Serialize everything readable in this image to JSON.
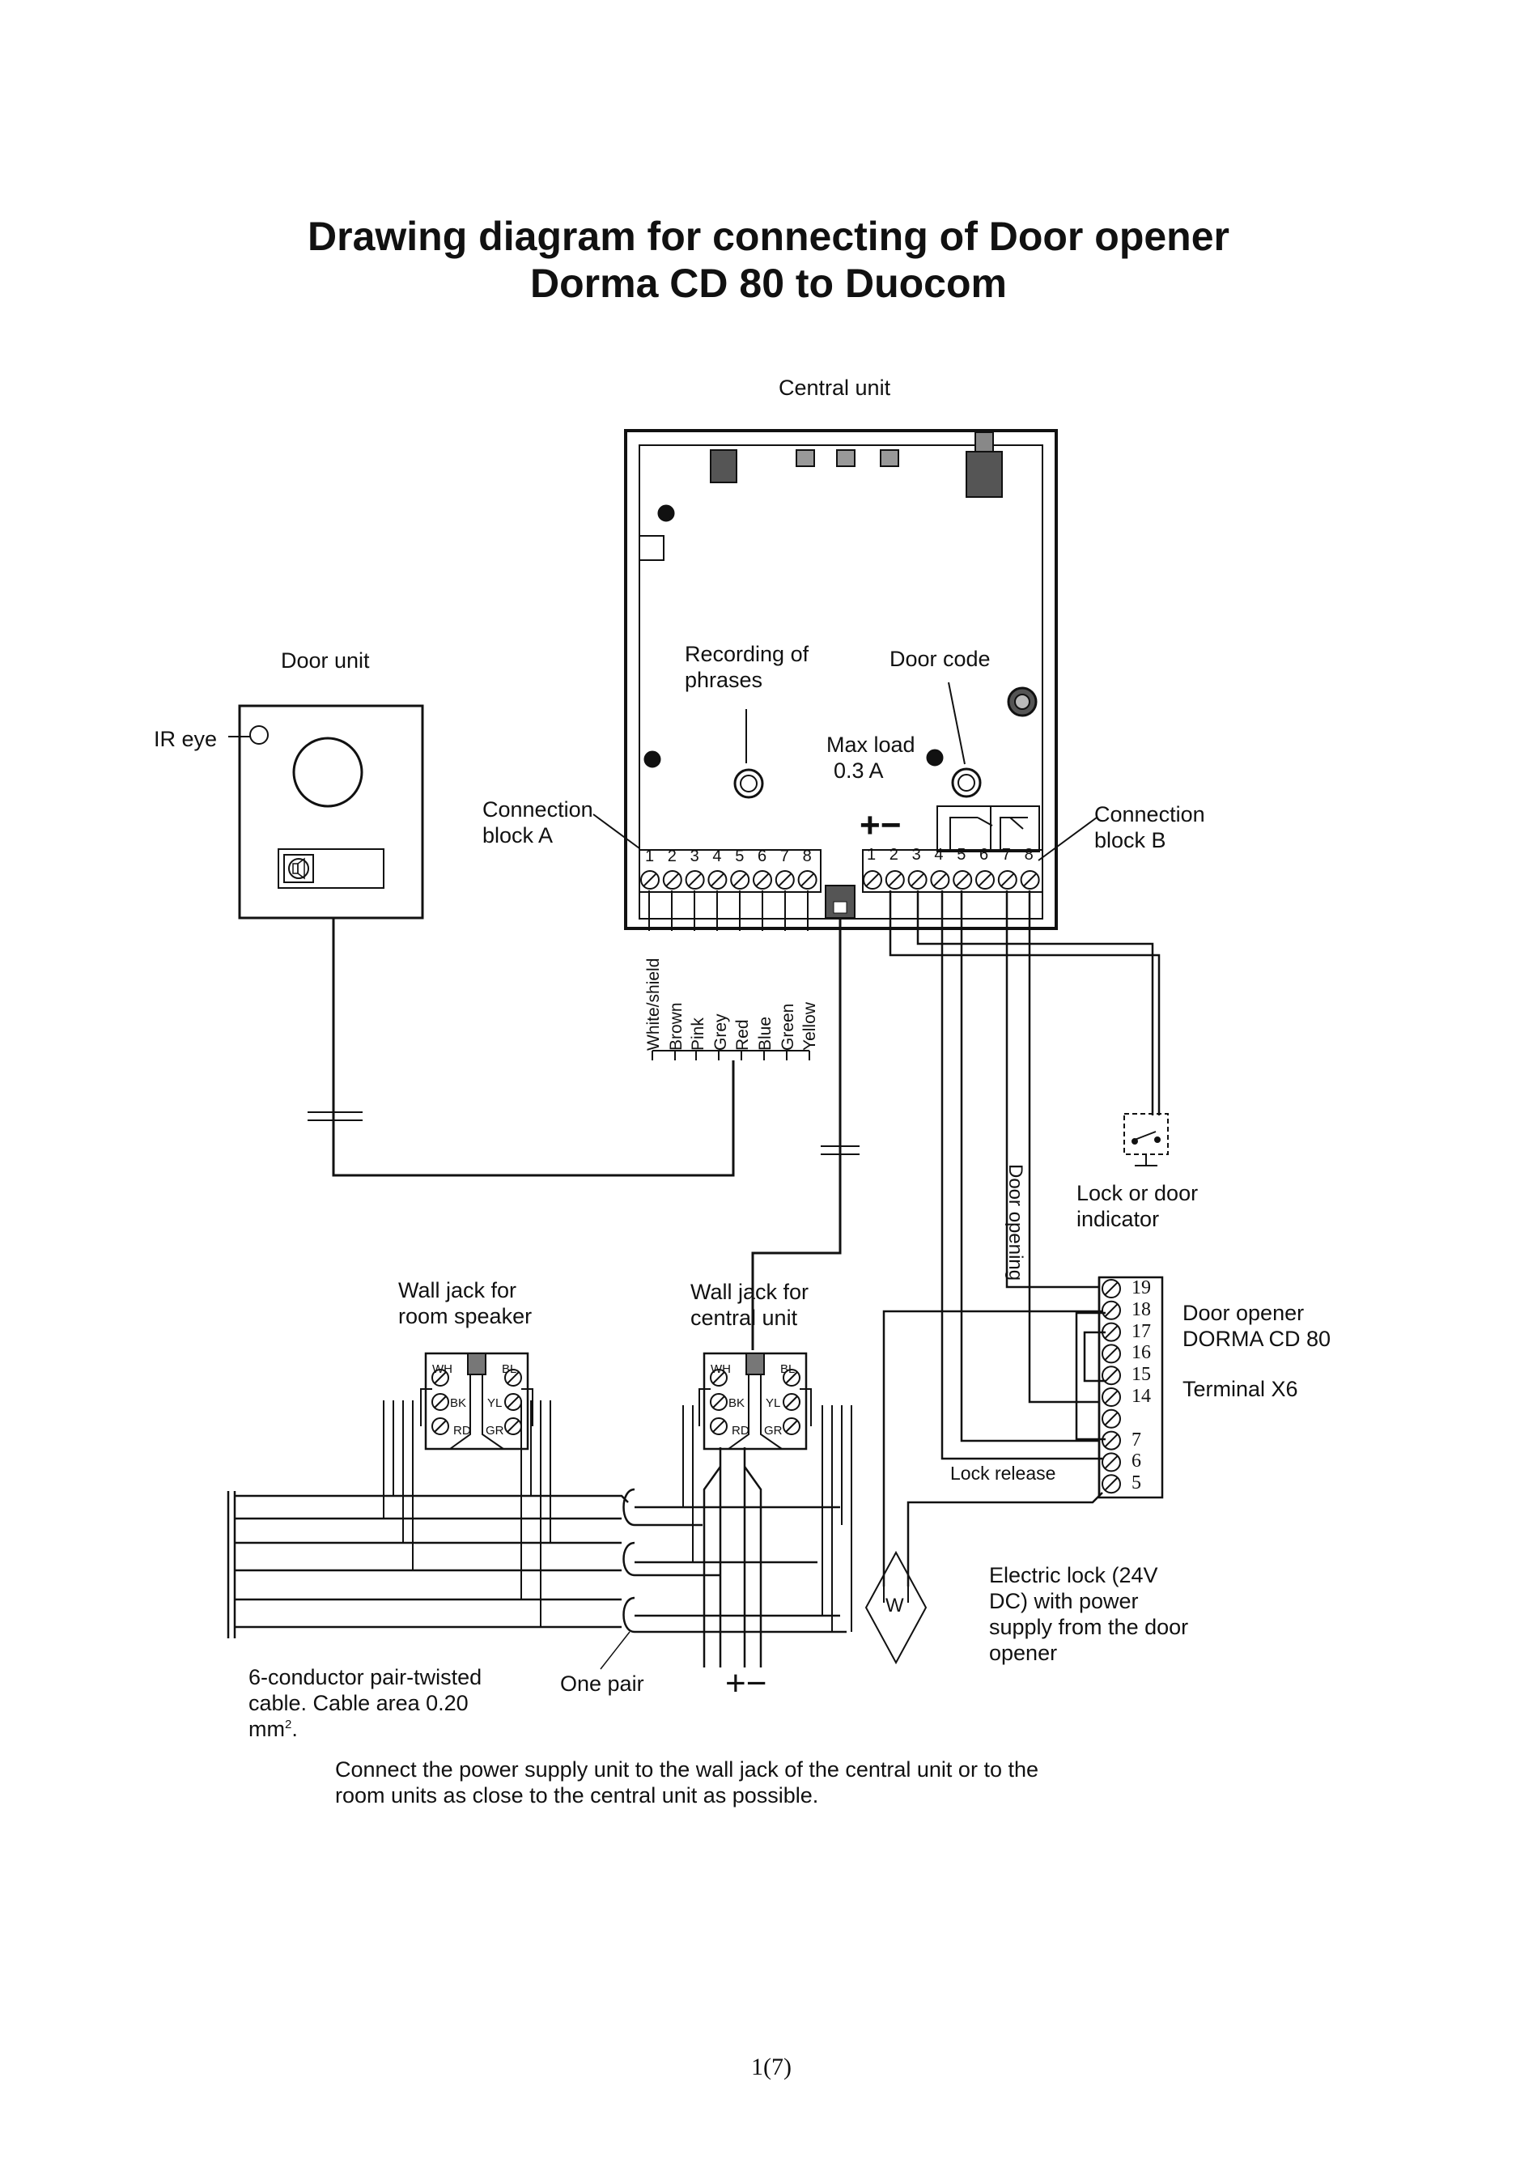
{
  "title": {
    "line1": "Drawing diagram for connecting of Door opener",
    "line2": "Dorma CD 80 to Duocom"
  },
  "labels": {
    "central_unit": "Central unit",
    "door_unit": "Door unit",
    "ir_eye": "IR eye",
    "recording_line1": "Recording of",
    "recording_line2": "phrases",
    "door_code": "Door code",
    "max_load_line1": "Max load",
    "max_load_line2": "0.3 A",
    "plus_minus": "+−",
    "conn_a_line1": "Connection",
    "conn_a_line2": "block A",
    "conn_b_line1": "Connection",
    "conn_b_line2": "block B",
    "lock_indicator_line1": "Lock or door",
    "lock_indicator_line2": "indicator",
    "door_opening": "Door opening",
    "wall_jack_room_line1": "Wall jack for",
    "wall_jack_room_line2": "room speaker",
    "wall_jack_central_line1": "Wall jack for",
    "wall_jack_central_line2": "central unit",
    "door_opener_line1": "Door opener",
    "door_opener_line2": "DORMA CD 80",
    "terminal": "Terminal X6",
    "lock_release": "Lock release",
    "electric_lock_line1": "Electric lock (24V",
    "electric_lock_line2": "DC) with power",
    "electric_lock_line3": "supply from the door",
    "electric_lock_line4": "opener",
    "cable_line1": "6-conductor pair-twisted",
    "cable_line2": "cable. Cable area 0.20",
    "cable_line3": "mm",
    "cable_sup": "2",
    "cable_dot": ".",
    "one_pair": "One pair",
    "psu_plus_minus": "+−",
    "note_line1": "Connect the power supply unit to the wall jack of the central unit or to the",
    "note_line2": "room units as close to the central unit as possible.",
    "page_number": "1(7)"
  },
  "wire_colors": [
    "White/shield",
    "Brown",
    "Pink",
    "Grey",
    "Red",
    "Blue",
    "Green",
    "Yellow"
  ],
  "block_a_numbers": [
    "1",
    "2",
    "3",
    "4",
    "5",
    "6",
    "7",
    "8"
  ],
  "block_b_numbers": [
    "1",
    "2",
    "3",
    "4",
    "5",
    "6",
    "7",
    "8"
  ],
  "terminal_x6_numbers": [
    "19",
    "18",
    "17",
    "16",
    "15",
    "14",
    "",
    "7",
    "6",
    "5"
  ],
  "jack_labels": {
    "wh": "WH",
    "bl": "BL",
    "bk": "BK",
    "yl": "YL",
    "rd": "RD",
    "gr": "GR"
  },
  "w_symbol": "W"
}
